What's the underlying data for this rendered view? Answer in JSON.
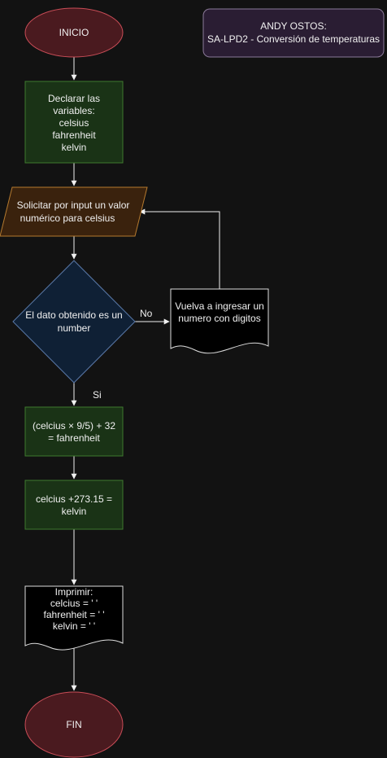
{
  "header": {
    "line1": "ANDY OSTOS:",
    "line2": "SA-LPD2 - Conversión de temperaturas"
  },
  "nodes": {
    "start": "INICIO",
    "declare": [
      "Declarar las",
      "variables:",
      "celsius",
      "fahrenheit",
      "kelvin"
    ],
    "input": [
      "Solicitar por input un  valor",
      "numérico para celsius"
    ],
    "decision": [
      "El dato obtenido es un",
      "number"
    ],
    "retry": [
      "Vuelva a ingresar un",
      "numero con digitos"
    ],
    "calc_f": [
      "(celcius × 9/5) + 32",
      "= fahrenheit"
    ],
    "calc_k": [
      "celcius +273.15 =",
      "kelvin"
    ],
    "print": [
      "Imprimir:",
      "celcius = ' '",
      "fahrenheit = ' '",
      "kelvin = ' '"
    ],
    "end": "FIN"
  },
  "edges": {
    "no_label": "No",
    "yes_label": "Si"
  },
  "colors": {
    "background": "#121212",
    "terminal_fill": "#4a1a1f",
    "terminal_stroke": "#c94d57",
    "process_fill": "#1a3316",
    "process_stroke": "#3f7a2f",
    "io_fill": "#3a220d",
    "io_stroke": "#b57a2f",
    "decision_fill": "#0f2035",
    "decision_stroke": "#5a79a8",
    "doc_fill": "#000000",
    "doc_stroke": "#dddddd",
    "header_fill": "#2a1d33",
    "header_stroke": "#8b7a99",
    "edge": "#f0f0f0"
  }
}
